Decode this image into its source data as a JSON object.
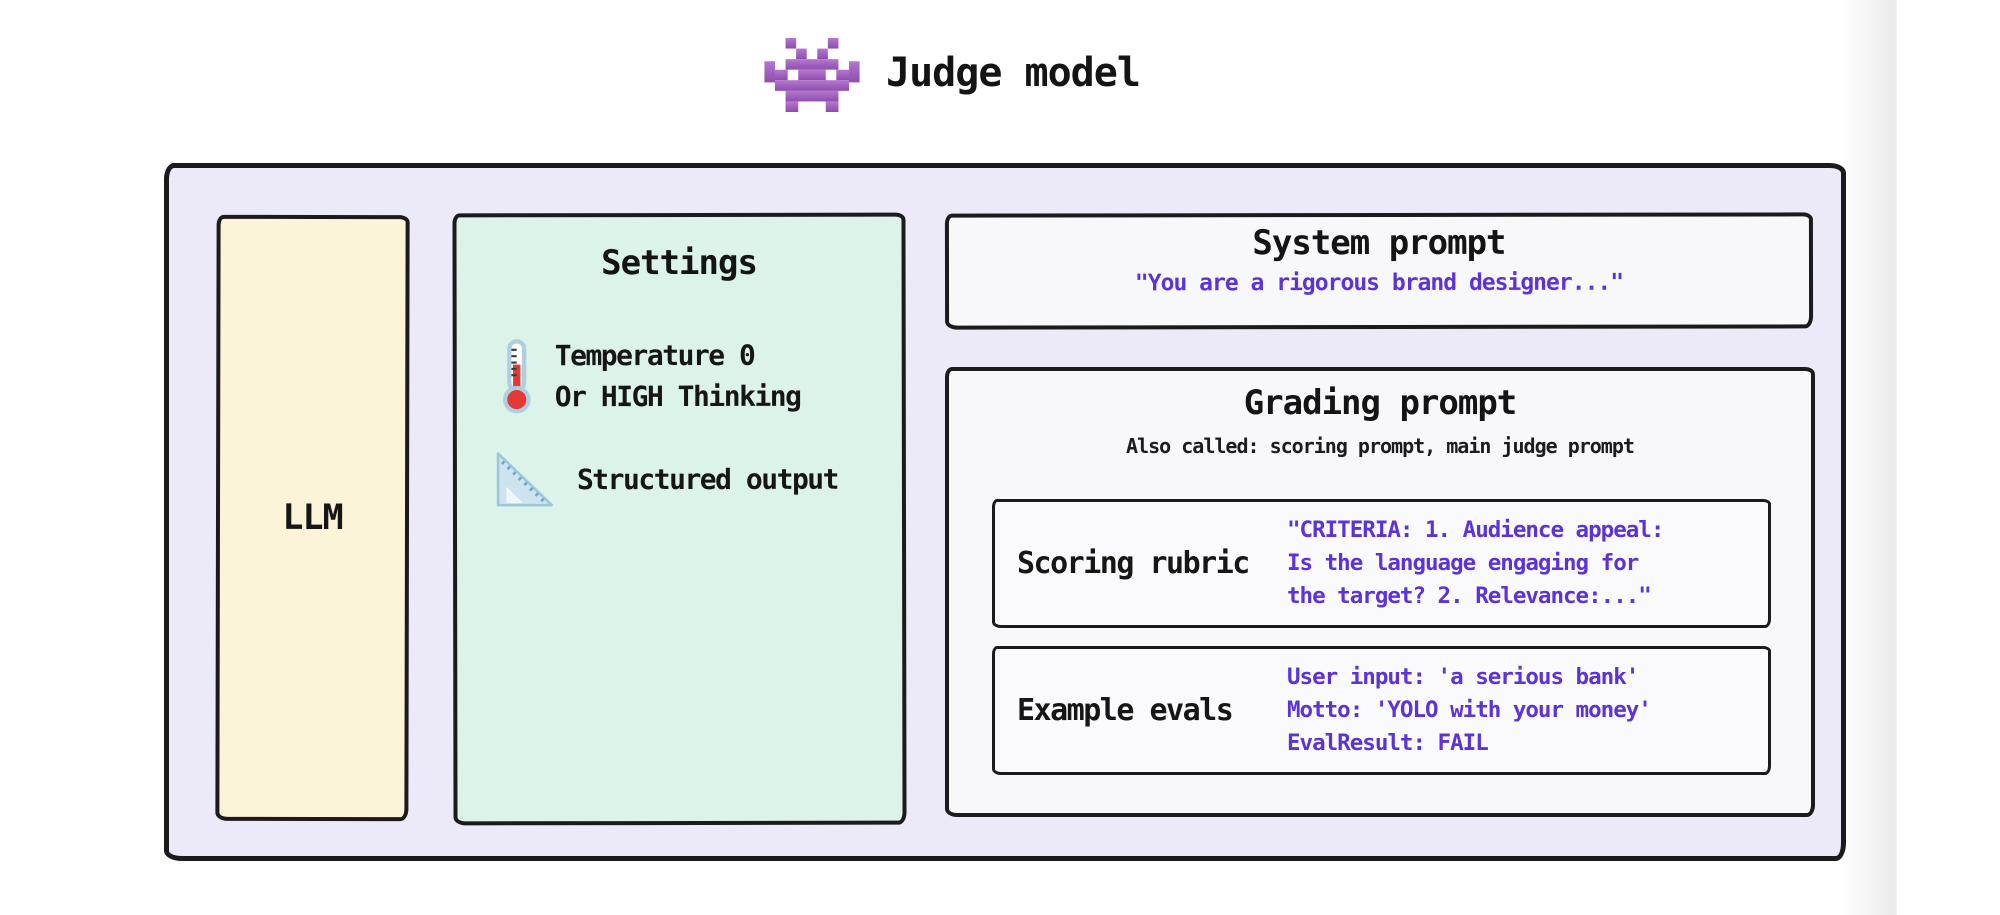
{
  "title": {
    "icon": "alien-monster-icon",
    "text": "Judge model"
  },
  "llm": {
    "label": "LLM"
  },
  "settings": {
    "title": "Settings",
    "items": [
      {
        "icon": "thermometer-icon",
        "lines": [
          "Temperature 0",
          "Or HIGH Thinking"
        ]
      },
      {
        "icon": "triangular-ruler-icon",
        "lines": [
          "Structured output"
        ]
      }
    ]
  },
  "system_prompt": {
    "title": "System prompt",
    "quote": "\"You are a rigorous brand designer...\""
  },
  "grading_prompt": {
    "title": "Grading prompt",
    "subtitle": "Also called: scoring prompt, main judge prompt",
    "blocks": [
      {
        "label": "Scoring rubric",
        "lines": [
          "\"CRITERIA: 1. Audience appeal:",
          "Is the language engaging for",
          "the target? 2. Relevance:...\""
        ]
      },
      {
        "label": "Example evals",
        "lines": [
          "User input: 'a serious bank'",
          "Motto: 'YOLO with your money'",
          "EvalResult: FAIL"
        ]
      }
    ]
  },
  "colors": {
    "container_bg": "#ECE9F8",
    "llm_bg": "#FCF4D8",
    "settings_bg": "#DBF3E9",
    "prompt_box_bg": "#F8F8FB",
    "border": "#1b1b1b",
    "purple_text": "#5B33D6",
    "alien_purple": "#9B59B6",
    "thermometer_red": "#E53935",
    "ruler_blue": "#CDE3F0"
  }
}
